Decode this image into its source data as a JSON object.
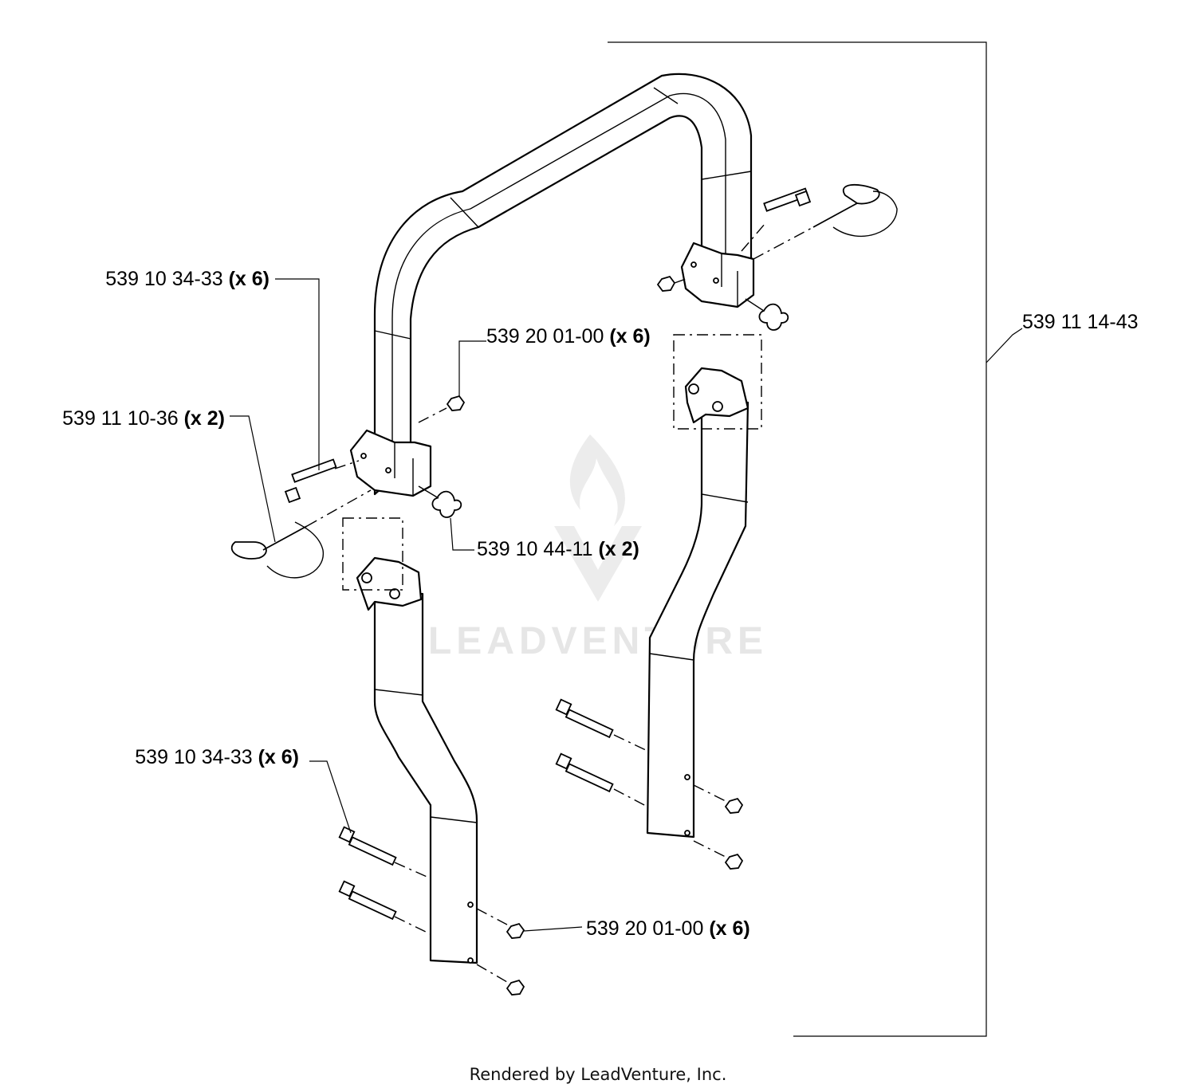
{
  "callouts": [
    {
      "id": "bolt-upper",
      "part": "539 10 34-33",
      "qty": "(x 6)"
    },
    {
      "id": "nut-upper",
      "part": "539 20 01-00",
      "qty": "(x 6)"
    },
    {
      "id": "pin",
      "part": "539 11 10-36",
      "qty": "(x 2)"
    },
    {
      "id": "knob",
      "part": "539 10 44-11",
      "qty": "(x 2)"
    },
    {
      "id": "bolt-lower",
      "part": "539 10 34-33",
      "qty": "(x 6)"
    },
    {
      "id": "nut-lower",
      "part": "539 20 01-00",
      "qty": "(x 6)"
    }
  ],
  "assembly": {
    "part": "539 11 14-43"
  },
  "watermark": "LEADVENTURE",
  "footer": "Rendered by LeadVenture, Inc.",
  "colors": {
    "line": "#000000",
    "background": "#ffffff",
    "watermark": "#e6e6e6"
  }
}
